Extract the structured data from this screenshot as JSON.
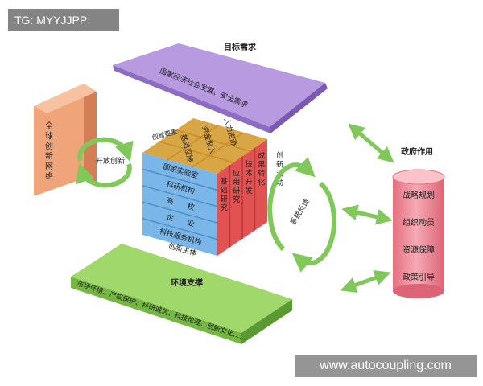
{
  "watermark_tag": "TG: MYYJJPP",
  "watermark_url": "www.autocoupling.com",
  "colors": {
    "roof": "#a98ad8",
    "left_panel": "#eaa27c",
    "cube_top": "#d9a645",
    "cube_front": "#6aaee4",
    "cube_right": "#e25252",
    "platform": "#8fcd5a",
    "cylinder": "#f08a98",
    "arrow": "#80c85a"
  },
  "roof": {
    "title": "目标需求",
    "label": "国家经济社会发展、安全需求"
  },
  "left_panel": {
    "label": "全球创新网络"
  },
  "open_innovation": "开放创新",
  "cube": {
    "top_label": "创新要素",
    "top_items": [
      "基础设施",
      "资金投入",
      "人力资源"
    ],
    "front_items": [
      "国家实验室",
      "科研机构",
      "高　　校",
      "企　　业",
      "科技服务机构"
    ],
    "bottom_label": "创新主体",
    "right_label": "创新活动",
    "right_items": [
      "基础研究",
      "应用研究",
      "技术开发",
      "成果转化"
    ]
  },
  "feedback": "系统反馈",
  "government": {
    "title": "政府作用",
    "items": [
      "战略规划",
      "组织动员",
      "资源保障",
      "政策引导"
    ]
  },
  "platform": {
    "title": "环境支撑",
    "label": "市场环境、产权保护、科研诚信、科技伦理、创新文化……"
  }
}
